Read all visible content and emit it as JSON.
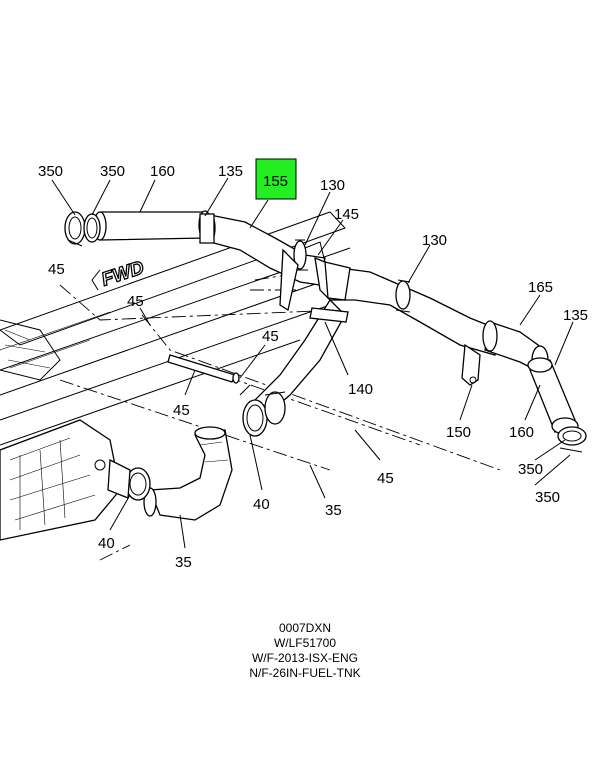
{
  "diagram": {
    "callouts": [
      {
        "id": "c350a",
        "label": "350"
      },
      {
        "id": "c350b",
        "label": "350"
      },
      {
        "id": "c160a",
        "label": "160"
      },
      {
        "id": "c135a",
        "label": "135"
      },
      {
        "id": "c155",
        "label": "155",
        "highlighted": true
      },
      {
        "id": "c130a",
        "label": "130"
      },
      {
        "id": "c145",
        "label": "145"
      },
      {
        "id": "c130b",
        "label": "130"
      },
      {
        "id": "c45a",
        "label": "45"
      },
      {
        "id": "c45b",
        "label": "45"
      },
      {
        "id": "c45c",
        "label": "45"
      },
      {
        "id": "c45d",
        "label": "45"
      },
      {
        "id": "c45e",
        "label": "45"
      },
      {
        "id": "c165",
        "label": "165"
      },
      {
        "id": "c135b",
        "label": "135"
      },
      {
        "id": "c140",
        "label": "140"
      },
      {
        "id": "c150",
        "label": "150"
      },
      {
        "id": "c160b",
        "label": "160"
      },
      {
        "id": "c350c",
        "label": "350"
      },
      {
        "id": "c350d",
        "label": "350"
      },
      {
        "id": "c40a",
        "label": "40"
      },
      {
        "id": "c40b",
        "label": "40"
      },
      {
        "id": "c35a",
        "label": "35"
      },
      {
        "id": "c35b",
        "label": "35"
      }
    ],
    "direction_label": "FWD",
    "highlight_color": "#22ee22"
  },
  "notes": [
    "0007DXN",
    "W/LF51700",
    "W/F-2013-ISX-ENG",
    "N/F-26IN-FUEL-TNK"
  ]
}
